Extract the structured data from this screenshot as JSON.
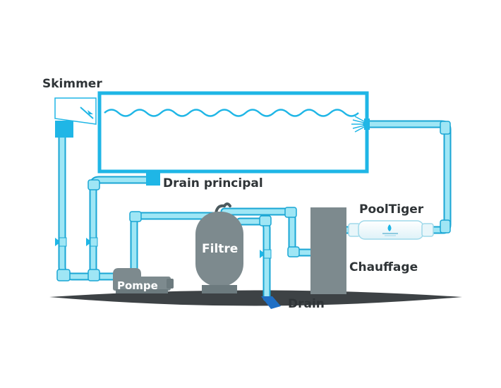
{
  "labels": {
    "skimmer": "Skimmer",
    "main_drain": "Drain principal",
    "pooltiger": "PoolTiger",
    "filter": "Filtre",
    "heater": "Chauffage",
    "pump": "Pompe",
    "drain": "Drain"
  },
  "colors": {
    "pipe": "#1fb6e6",
    "pipe_light": "#9fe6f5",
    "pipe_outline": "#1aa6d4",
    "pool_water": "#1fb6e6",
    "equipment_grey": "#7d8a8e",
    "equipment_dark": "#6c7a7e",
    "ground": "#3d4245",
    "drain_blue": "#1f6fc5",
    "text_dark": "#2f3437",
    "text_light": "#ffffff"
  },
  "icons": {
    "skimmer": "skimmer-box-icon",
    "pump": "pump-icon",
    "filter": "sand-filter-icon",
    "heater": "heater-icon",
    "pooltiger": "pooltiger-device-icon",
    "valve": "valve-icon",
    "inlet": "return-jet-icon"
  }
}
